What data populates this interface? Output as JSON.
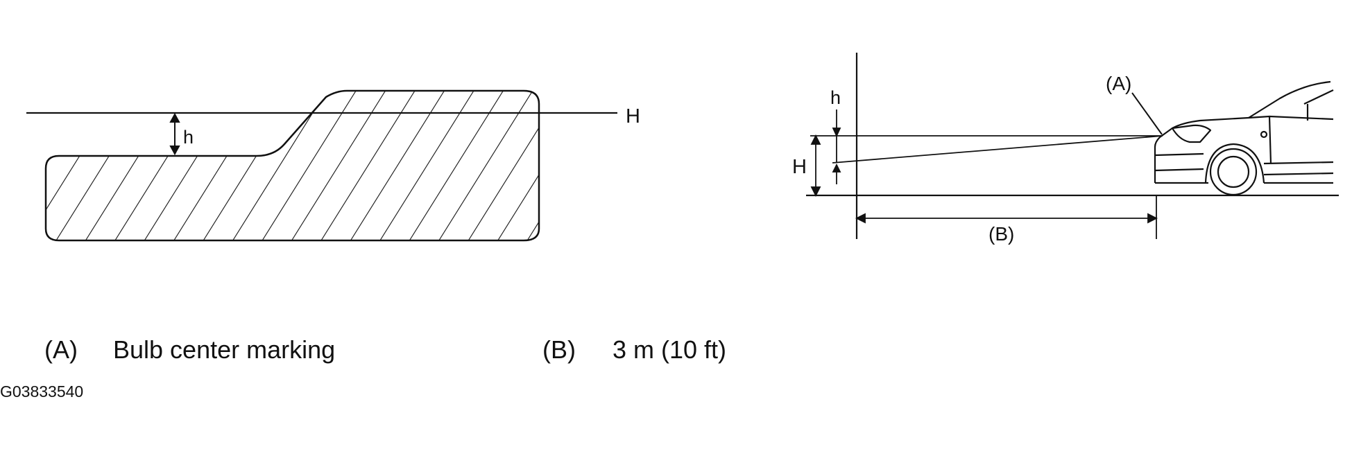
{
  "beam_pattern": {
    "line_label": "H",
    "offset_label": "h"
  },
  "side_view": {
    "offset_label": "h",
    "height_label": "H",
    "bulb_label": "(A)",
    "distance_label": "(B)"
  },
  "legend": {
    "a_key": "(A)",
    "a_text": "Bulb center marking",
    "b_key": "(B)",
    "b_text": "3 m (10 ft)"
  },
  "figure_code": "G03833540"
}
